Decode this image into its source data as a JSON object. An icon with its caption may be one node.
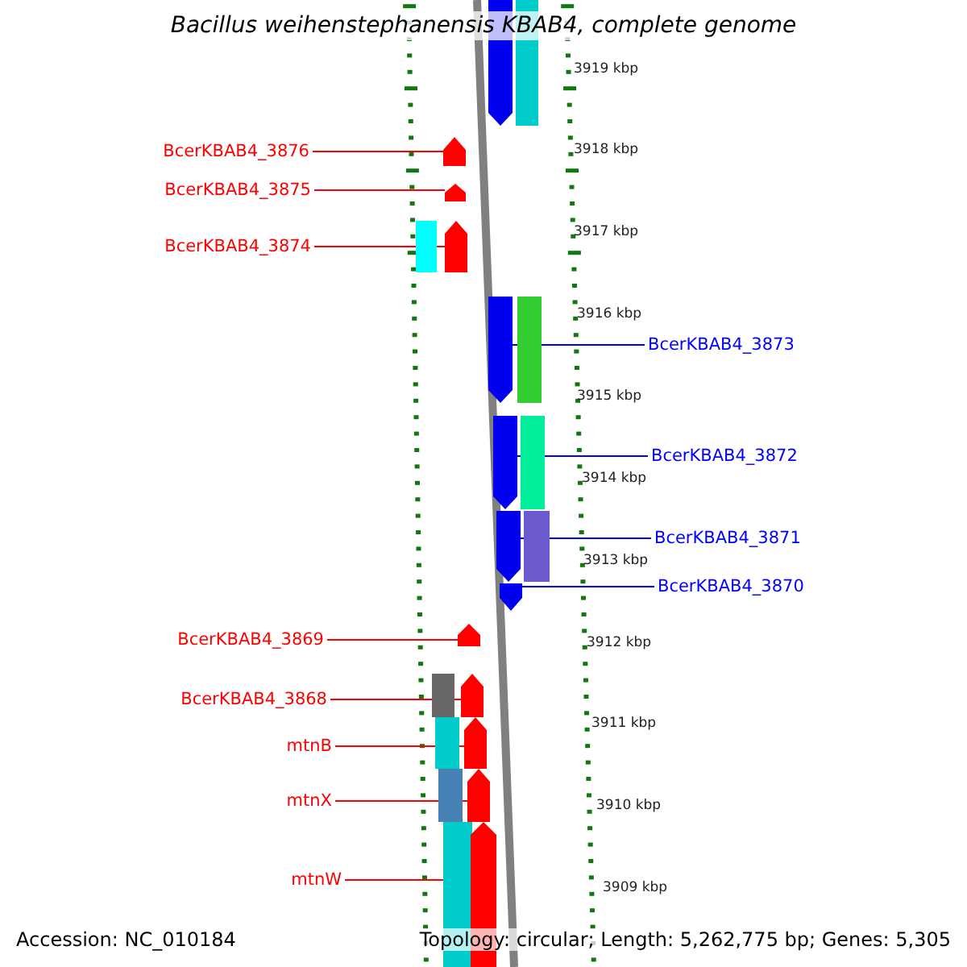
{
  "diagram": {
    "title": "Bacillus weihenstephanensis KBAB4, complete genome",
    "nodes": [
      {
        "text": [],
        "shape": "arrow"
      },
      {
        "text": [
          "BcerKBAB4_3876"
        ]
      },
      {
        "text": [],
        "shape": "arrow"
      },
      {
        "text": [
          "BcerKBAB4_3875"
        ]
      },
      {
        "text": [],
        "shape": "arrow"
      },
      {
        "text": [
          "BcerKBAB4_3874"
        ]
      },
      {
        "text": [],
        "shape": "arrow"
      },
      {
        "text": [
          "BcerKBAB4_3873"
        ]
      },
      {
        "text": [],
        "shape": "arrow"
      },
      {
        "text": [
          "BcerKBAB4_3872"
        ]
      },
      {
        "text": [],
        "shape": "arrow"
      },
      {
        "text": [
          "BcerKBAB4_3871"
        ]
      },
      {
        "text": [],
        "shape": "arrow"
      },
      {
        "text": [
          "BcerKBAB4_3870"
        ]
      },
      {
        "text": [],
        "shape": "arrow"
      },
      {
        "text": [
          "BcerKBAB4_3869"
        ]
      },
      {
        "text": [],
        "shape": "arrow"
      },
      {
        "text": [
          "BcerKBAB4_3868"
        ]
      },
      {
        "text": [],
        "shape": "arrow"
      },
      {
        "text": [
          "mtnB"
        ]
      },
      {
        "text": [],
        "shape": "arrow"
      },
      {
        "text": [
          "mtnX"
        ]
      },
      {
        "text": [],
        "shape": "arrow"
      },
      {
        "text": [
          "mtnW"
        ]
      },
      {
        "text": [],
        "shape": "arrow"
      },
      {
        "text": [],
        "shape": "box"
      },
      {
        "text": [],
        "shape": "box"
      },
      {
        "text": [],
        "shape": "box"
      },
      {
        "text": [],
        "shape": "box"
      },
      {
        "text": [],
        "shape": "box"
      },
      {
        "text": [],
        "shape": "box"
      },
      {
        "text": [],
        "shape": "box"
      },
      {
        "text": [],
        "shape": "box"
      },
      {
        "text": [],
        "shape": "box"
      }
    ],
    "edges": [
      {
        "from": 1,
        "to": 2,
        "arrow": "none"
      },
      {
        "from": 3,
        "to": 4,
        "arrow": "none"
      },
      {
        "from": 5,
        "to": 6,
        "arrow": "none"
      },
      {
        "from": 7,
        "to": 8,
        "arrow": "none",
        "color": "#0000ff"
      },
      {
        "from": 9,
        "to": 10,
        "arrow": "none",
        "color": "#0000ff"
      },
      {
        "from": 11,
        "to": 12,
        "arrow": "none",
        "color": "#0000ff"
      },
      {
        "from": 13,
        "to": 14,
        "arrow": "none",
        "color": "#0000ff"
      },
      {
        "from": 15,
        "to": 16,
        "arrow": "none"
      },
      {
        "from": 17,
        "to": 18,
        "arrow": "none"
      },
      {
        "from": 19,
        "to": 20,
        "arrow": "none"
      },
      {
        "from": 21,
        "to": 22,
        "arrow": "none"
      },
      {
        "from": 23,
        "to": 24,
        "arrow": "none"
      }
    ],
    "labels": [
      "3919 kbp",
      "3918 kbp",
      "3917 kbp",
      "3916 kbp",
      "3915 kbp",
      "3914 kbp",
      "3913 kbp",
      "3912 kbp",
      "3911 kbp",
      "3910 kbp",
      "3909 kbp",
      "Accession: NC_010184",
      "Topology: circular; Length: 5,262,775 bp; Genes: 5,305"
    ]
  }
}
